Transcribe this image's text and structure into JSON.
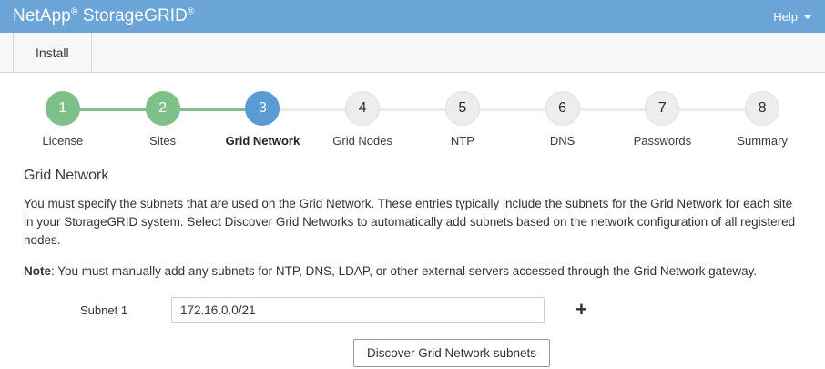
{
  "header": {
    "brand_name": "NetApp",
    "brand_product": "StorageGRID",
    "registered_mark": "®",
    "help_label": "Help",
    "background_color": "#6ba4d6"
  },
  "tabs": [
    {
      "label": "Install",
      "active": true
    }
  ],
  "stepper": {
    "colors": {
      "done": "#7fc08a",
      "active": "#5b9bd5",
      "pending": "#ededed"
    },
    "steps": [
      {
        "number": "1",
        "label": "License",
        "state": "done"
      },
      {
        "number": "2",
        "label": "Sites",
        "state": "done"
      },
      {
        "number": "3",
        "label": "Grid Network",
        "state": "active"
      },
      {
        "number": "4",
        "label": "Grid Nodes",
        "state": "pending"
      },
      {
        "number": "5",
        "label": "NTP",
        "state": "pending"
      },
      {
        "number": "6",
        "label": "DNS",
        "state": "pending"
      },
      {
        "number": "7",
        "label": "Passwords",
        "state": "pending"
      },
      {
        "number": "8",
        "label": "Summary",
        "state": "pending"
      }
    ]
  },
  "main": {
    "title": "Grid Network",
    "description": "You must specify the subnets that are used on the Grid Network. These entries typically include the subnets for the Grid Network for each site in your StorageGRID system. Select Discover Grid Networks to automatically add subnets based on the network configuration of all registered nodes.",
    "note_prefix": "Note",
    "note_text": ": You must manually add any subnets for NTP, DNS, LDAP, or other external servers accessed through the Grid Network gateway.",
    "subnet": {
      "label": "Subnet 1",
      "value": "172.16.0.0/21",
      "placeholder": "",
      "add_icon": "+"
    },
    "discover_button_label": "Discover Grid Network subnets"
  }
}
